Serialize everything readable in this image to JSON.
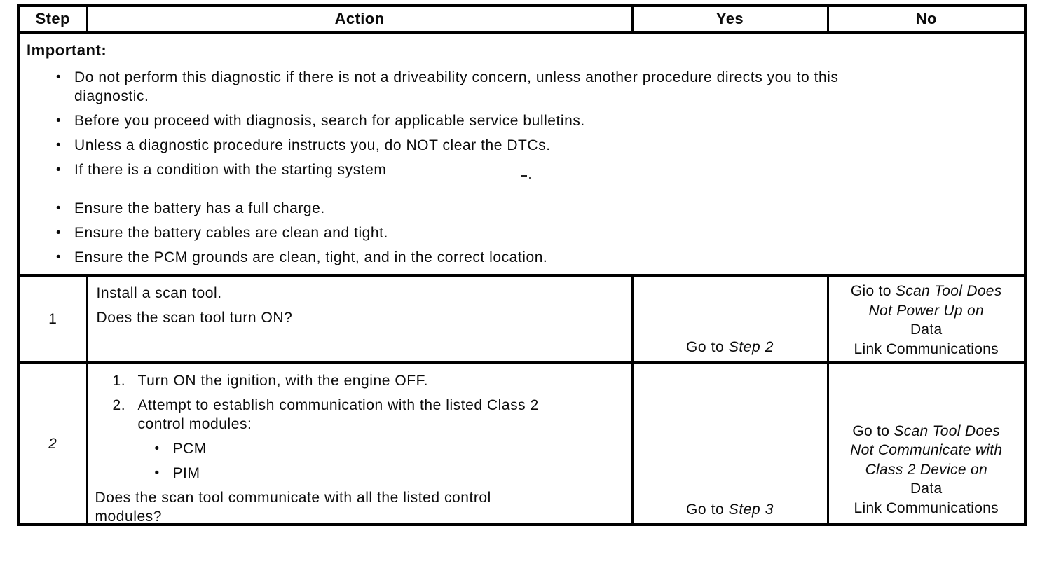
{
  "icons": {
    "bullet": "•"
  },
  "table": {
    "headers": {
      "step": "Step",
      "action": "Action",
      "yes": "Yes",
      "no": "No"
    },
    "important": {
      "heading": "Important:",
      "bullets": [
        {
          "lines": [
            "Do not perform this diagnostic if there is not a driveability concern, unless another procedure directs you to this",
            "diagnostic."
          ]
        },
        {
          "lines": [
            "Before you proceed with diagnosis, search for applicable service bulletins."
          ]
        },
        {
          "lines": [
            "Unless a diagnostic procedure instructs you, do NOT clear the DTCs."
          ]
        },
        {
          "lines": [
            "If there is a condition with the starting system"
          ]
        },
        {
          "lines": [
            "Ensure the battery has a full charge."
          ]
        },
        {
          "lines": [
            "Ensure the battery cables are clean and tight."
          ]
        },
        {
          "lines": [
            "Ensure the PCM grounds are clean, tight, and in the correct location."
          ]
        }
      ]
    },
    "rows": [
      {
        "step": "1",
        "action": {
          "line1": "Install a scan tool.",
          "line2": "Does the scan tool turn ON?"
        },
        "yes": {
          "pre": "Go to ",
          "it": "Step 2"
        },
        "no": {
          "l1pre": "Gio to ",
          "l1it": "Scan Tool Does",
          "l2it": "Not Power Up on",
          "l3": "Data",
          "l4": "Link Communications"
        }
      },
      {
        "step": "2",
        "action": {
          "item1num": "1.",
          "item1": "Turn ON the ignition, with the engine OFF.",
          "item2num": "2.",
          "item2line1": "Attempt to establish communication with the listed Class 2",
          "item2line2": "control modules:",
          "sub1": "PCM",
          "sub2": "PIM",
          "q1": "Does the scan tool communicate with all the listed control",
          "q2": "modules?"
        },
        "yes": {
          "pre": "Go to ",
          "it": "Step 3"
        },
        "no": {
          "l1pre": "Go to ",
          "l1it": "Scan Tool Does",
          "l2it": "Not Communicate with",
          "l3it": "Class 2 Device on",
          "l4": "Data",
          "l5": "Link Communications"
        }
      }
    ]
  }
}
